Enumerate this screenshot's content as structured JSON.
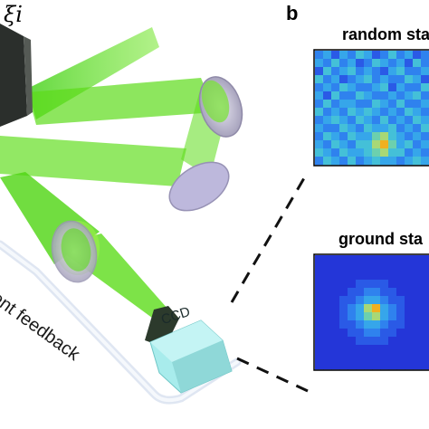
{
  "panel_label": "b",
  "phase_symbol": "ξi",
  "ccd_label": "CCD",
  "feedback_label": "rent feedback",
  "random_state": {
    "title": "random sta",
    "grid": [
      [
        3,
        4,
        2,
        4,
        3,
        5,
        4,
        2,
        3,
        5,
        3,
        4,
        2,
        3
      ],
      [
        4,
        3,
        5,
        3,
        4,
        2,
        3,
        5,
        4,
        3,
        4,
        2,
        5,
        3
      ],
      [
        2,
        5,
        3,
        4,
        5,
        3,
        4,
        3,
        2,
        4,
        5,
        3,
        3,
        4
      ],
      [
        5,
        3,
        4,
        2,
        3,
        4,
        5,
        3,
        4,
        3,
        3,
        5,
        4,
        2
      ],
      [
        3,
        4,
        3,
        5,
        4,
        3,
        3,
        4,
        5,
        2,
        4,
        3,
        3,
        5
      ],
      [
        4,
        2,
        5,
        3,
        3,
        5,
        4,
        3,
        3,
        4,
        3,
        4,
        5,
        3
      ],
      [
        3,
        5,
        3,
        4,
        4,
        3,
        3,
        5,
        4,
        3,
        5,
        3,
        3,
        4
      ],
      [
        5,
        3,
        4,
        3,
        5,
        4,
        5,
        4,
        3,
        4,
        3,
        5,
        4,
        3
      ],
      [
        3,
        4,
        5,
        4,
        3,
        5,
        4,
        3,
        5,
        3,
        4,
        3,
        5,
        4
      ],
      [
        4,
        3,
        3,
        5,
        4,
        3,
        5,
        4,
        4,
        5,
        3,
        4,
        3,
        5
      ],
      [
        3,
        5,
        4,
        3,
        5,
        4,
        4,
        6,
        7,
        5,
        4,
        3,
        4,
        3
      ],
      [
        4,
        3,
        5,
        4,
        3,
        5,
        5,
        7,
        9,
        6,
        4,
        5,
        3,
        4
      ],
      [
        5,
        4,
        3,
        5,
        4,
        4,
        5,
        6,
        7,
        5,
        5,
        3,
        4,
        3
      ],
      [
        3,
        5,
        4,
        3,
        5,
        3,
        4,
        5,
        4,
        4,
        3,
        4,
        5,
        4
      ]
    ]
  },
  "ground_state": {
    "title": "ground sta",
    "grid": [
      [
        1,
        1,
        1,
        1,
        1,
        1,
        1,
        1,
        1,
        1,
        1,
        1,
        1,
        1
      ],
      [
        1,
        1,
        1,
        1,
        1,
        1,
        1,
        1,
        1,
        1,
        1,
        1,
        1,
        1
      ],
      [
        1,
        1,
        1,
        1,
        1,
        1,
        1,
        1,
        1,
        1,
        1,
        1,
        1,
        1
      ],
      [
        1,
        1,
        1,
        1,
        1,
        2,
        2,
        2,
        2,
        1,
        1,
        1,
        1,
        1
      ],
      [
        1,
        1,
        1,
        1,
        2,
        2,
        3,
        3,
        2,
        2,
        1,
        1,
        1,
        1
      ],
      [
        1,
        1,
        1,
        2,
        2,
        3,
        4,
        4,
        3,
        2,
        2,
        1,
        1,
        1
      ],
      [
        1,
        1,
        1,
        2,
        3,
        4,
        7,
        9,
        4,
        3,
        2,
        1,
        1,
        1
      ],
      [
        1,
        1,
        1,
        2,
        3,
        4,
        6,
        7,
        4,
        3,
        2,
        1,
        1,
        1
      ],
      [
        1,
        1,
        1,
        2,
        2,
        3,
        4,
        4,
        3,
        2,
        2,
        1,
        1,
        1
      ],
      [
        1,
        1,
        1,
        1,
        2,
        2,
        3,
        3,
        2,
        2,
        1,
        1,
        1,
        1
      ],
      [
        1,
        1,
        1,
        1,
        1,
        2,
        2,
        2,
        2,
        1,
        1,
        1,
        1,
        1
      ],
      [
        1,
        1,
        1,
        1,
        1,
        1,
        1,
        1,
        1,
        1,
        1,
        1,
        1,
        1
      ],
      [
        1,
        1,
        1,
        1,
        1,
        1,
        1,
        1,
        1,
        1,
        1,
        1,
        1,
        1
      ],
      [
        1,
        1,
        1,
        1,
        1,
        1,
        1,
        1,
        1,
        1,
        1,
        1,
        1,
        1
      ]
    ]
  },
  "colors": {
    "beam": "#5ddc1a",
    "beam_core": "#9cf04a",
    "lens": "#c6c3d8",
    "mirror": "#bdb8dc",
    "ccd_box": "#a8ecec",
    "slm": "#2b2f2c",
    "feedback_line": "#dfe6f2",
    "map_scale": [
      "#1e1ec8",
      "#2436d8",
      "#2a5ae6",
      "#2f82ee",
      "#36a6ea",
      "#44c0d8",
      "#6cd0ae",
      "#a8d876",
      "#e8d22e",
      "#f0b020"
    ]
  },
  "icons": {
    "ccd": "ccd-camera-icon",
    "mirror": "mirror-icon",
    "lens": "lens-icon",
    "slm": "slm-icon"
  }
}
